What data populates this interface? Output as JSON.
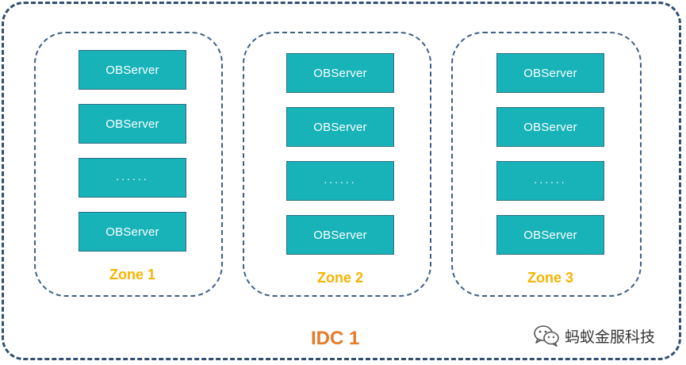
{
  "idc": {
    "label": "IDC 1"
  },
  "zones": [
    {
      "label": "Zone 1",
      "servers": [
        "OBServer",
        "OBServer",
        "......",
        "OBServer"
      ]
    },
    {
      "label": "Zone 2",
      "servers": [
        "OBServer",
        "OBServer",
        "......",
        "OBServer"
      ]
    },
    {
      "label": "Zone 3",
      "servers": [
        "OBServer",
        "OBServer",
        "......",
        "OBServer"
      ]
    }
  ],
  "brand": {
    "icon": "wechat-icon",
    "text": "蚂蚁金服科技"
  },
  "colors": {
    "server_fill": "#17b3b8",
    "zone_label": "#f5b400",
    "idc_label": "#e37b2b",
    "border": "#2f4f73"
  }
}
